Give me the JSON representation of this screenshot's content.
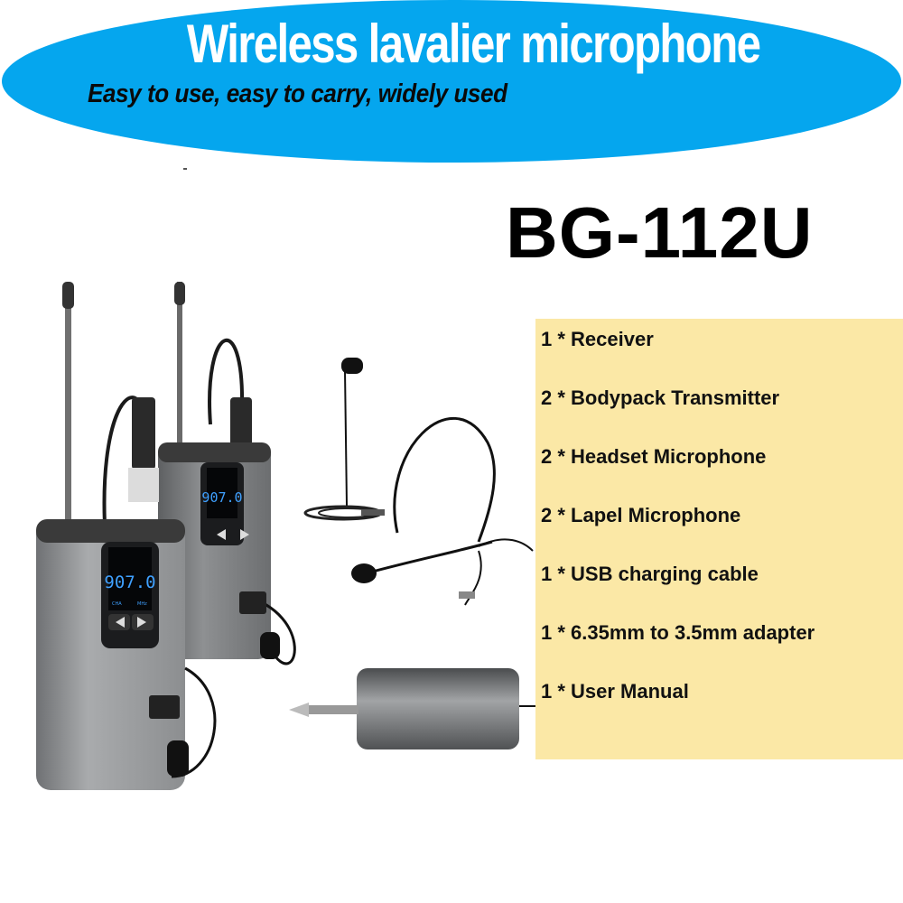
{
  "banner": {
    "title": "Wireless lavalier microphone",
    "subtitle": "Easy to use, easy to carry, widely used",
    "color": "#05a6ee"
  },
  "model": "BG-112U",
  "package_contents": {
    "background": "#fbe8a6",
    "items": [
      {
        "qty": "1",
        "label": "1 * Receiver"
      },
      {
        "qty": "2",
        "label": "2 * Bodypack Transmitter"
      },
      {
        "qty": "2",
        "label": "2 * Headset Microphone"
      },
      {
        "qty": "2",
        "label": "2 * Lapel Microphone"
      },
      {
        "qty": "1",
        "label": "1 * USB charging cable"
      },
      {
        "qty": "1",
        "label": "1 * 6.35mm to 3.5mm adapter"
      },
      {
        "qty": "1",
        "label": "1 * User Manual"
      }
    ]
  },
  "product_image": {
    "display_frequency": "907.0",
    "display_left_label": "CHA",
    "display_right_label": "MHz"
  }
}
